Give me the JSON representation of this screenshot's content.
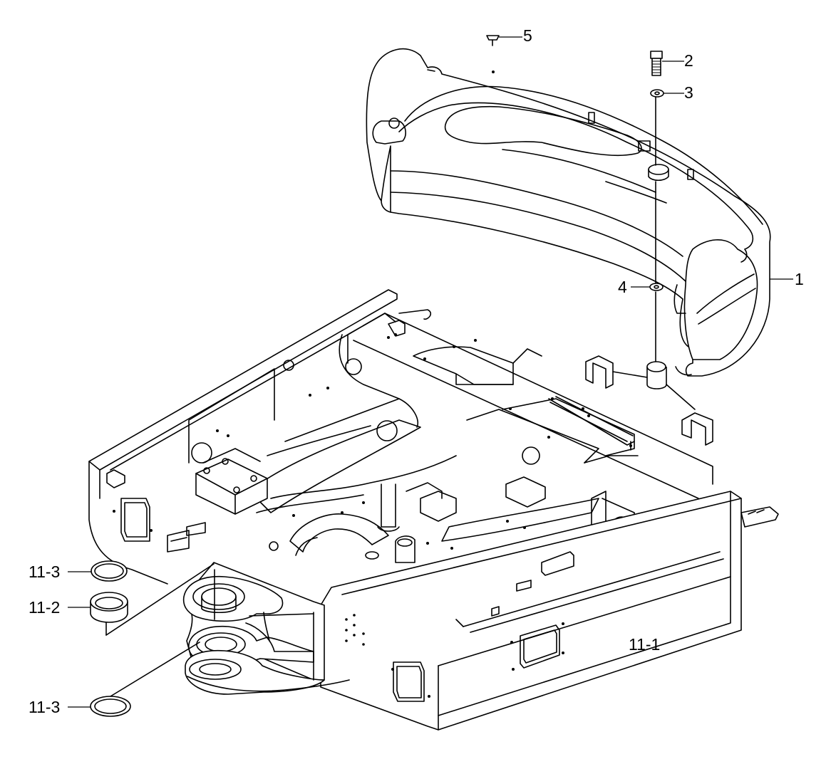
{
  "callouts": {
    "c1": "1",
    "c2": "2",
    "c3": "3",
    "c4": "4",
    "c5": "5",
    "c11_1": "11-1",
    "c11_2": "11-2",
    "c11_3a": "11-3",
    "c11_3b": "11-3"
  }
}
